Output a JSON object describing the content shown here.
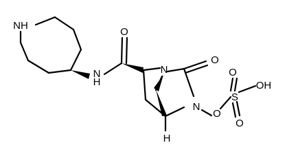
{
  "molecule": {
    "atom_labels": {
      "nh_ring": "NH",
      "amide_o": "O",
      "amide_nh": "N",
      "amide_nh_h": "H",
      "bridge_n": "N",
      "carbonyl_o": "O",
      "n_oxy": "N",
      "o_link": "O",
      "sulfur": "S",
      "o_top": "O",
      "oh": "OH",
      "o_bottom": "O",
      "stereo_h": "H"
    }
  }
}
